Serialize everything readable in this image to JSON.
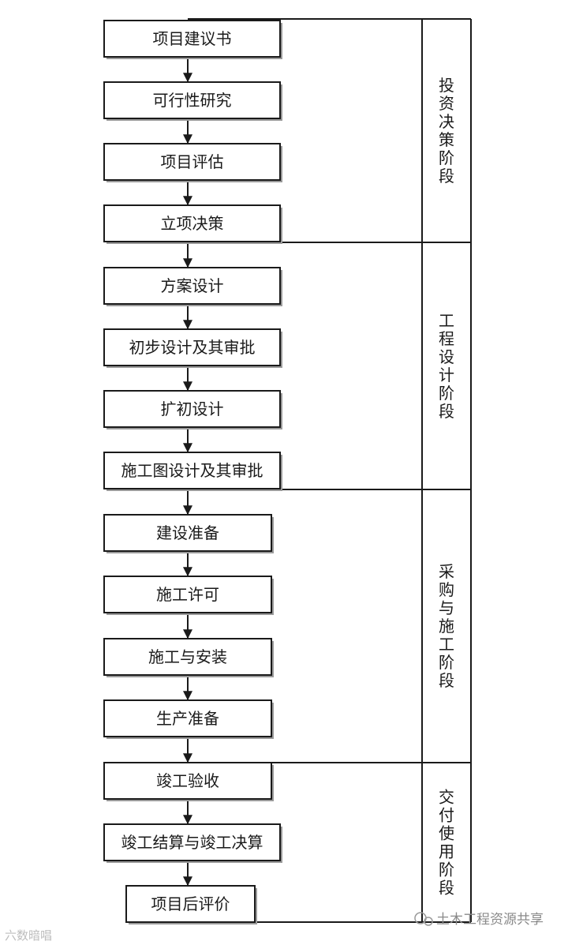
{
  "steps": [
    "项目建议书",
    "可行性研究",
    "项目评估",
    "立项决策",
    "方案设计",
    "初步设计及其审批",
    "扩初设计",
    "施工图设计及其审批",
    "建设准备",
    "施工许可",
    "施工与安装",
    "生产准备",
    "竣工验收",
    "竣工结算与竣工决算",
    "项目后评价"
  ],
  "phases": [
    "投资决策阶段",
    "工程设计阶段",
    "采购与施工阶段",
    "交付使用阶段"
  ],
  "watermark_right": "土木工程资源共享",
  "watermark_left": "六数暗唱",
  "colors": {
    "line": "#1a1a1a",
    "box_fill": "#ffffff",
    "shadow": "#9a9a9a"
  }
}
